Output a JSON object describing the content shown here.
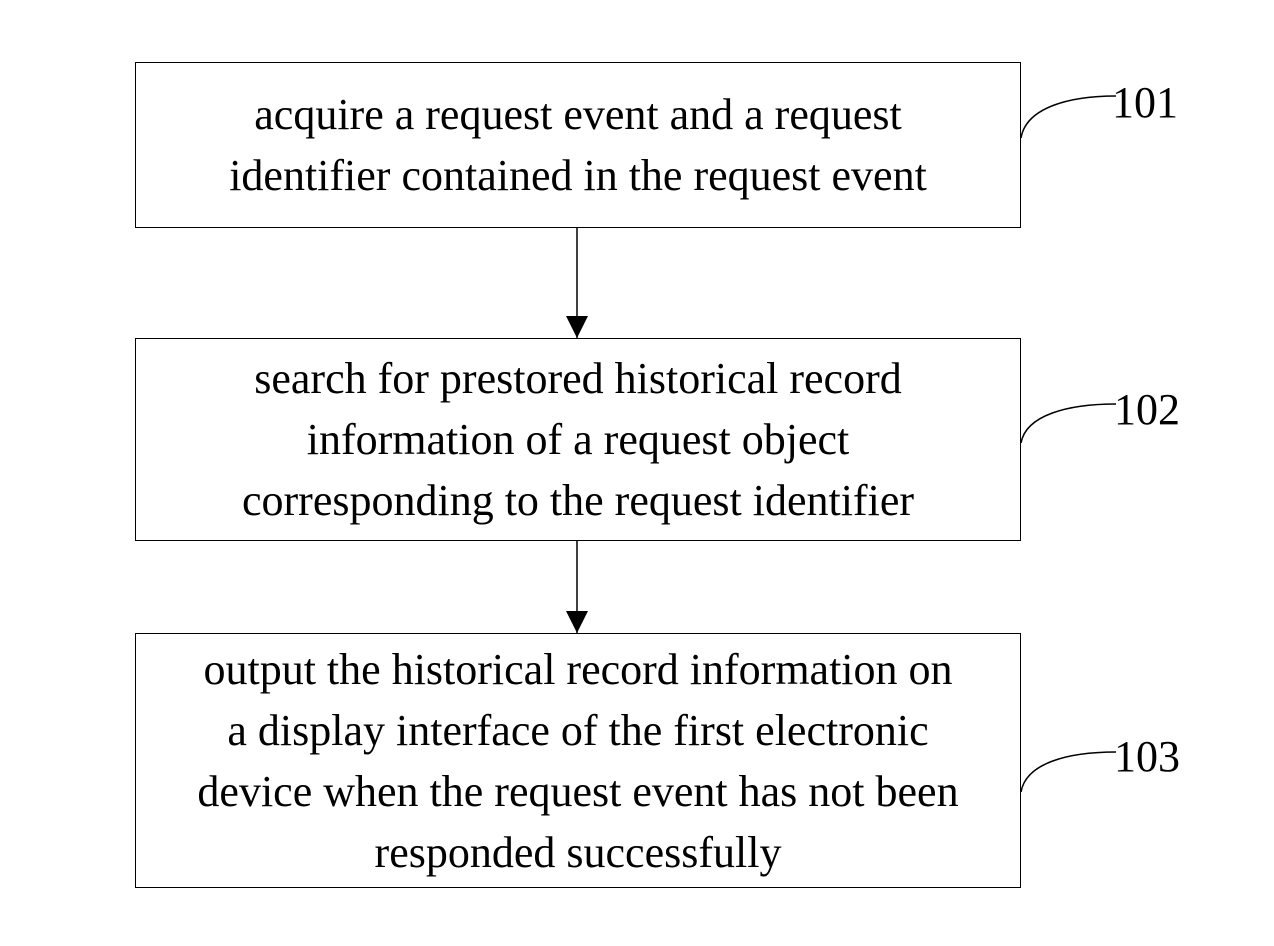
{
  "steps": [
    {
      "id": "101",
      "lines": [
        "acquire a request event and a request",
        "identifier contained in the request event"
      ]
    },
    {
      "id": "102",
      "lines": [
        "search for prestored historical record",
        "information of a request object",
        "corresponding to the request identifier"
      ]
    },
    {
      "id": "103",
      "lines": [
        "output the historical record information on",
        "a display interface of the first electronic",
        "device when the request event has not been",
        "responded successfully"
      ]
    }
  ]
}
